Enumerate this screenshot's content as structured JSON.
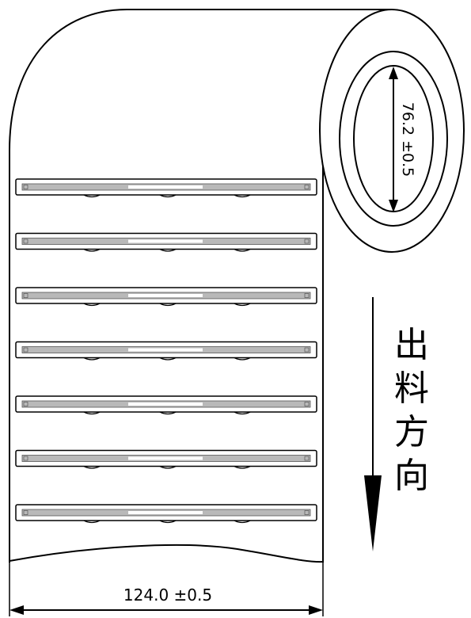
{
  "diagram": {
    "core_diameter_label": "76.2 ±0.5",
    "width_label": "124.0 ±0.5",
    "feed_direction_label": [
      "出",
      "料",
      "方",
      "向"
    ]
  },
  "labels": {
    "count": 7
  },
  "colors": {
    "line": "#000000",
    "label_strip": "#b9b9b9",
    "inlay_highlight": "#ffffff"
  }
}
